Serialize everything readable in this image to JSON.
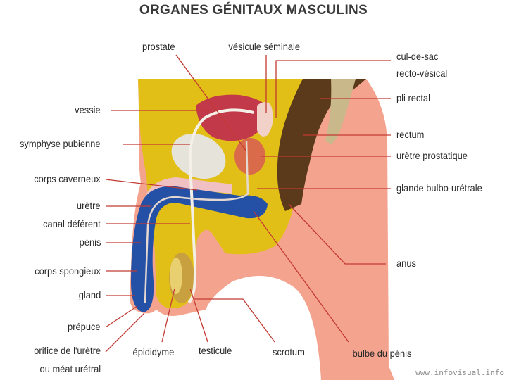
{
  "title": "ORGANES GÉNITAUX MASCULINS",
  "credit": "www.infovisual.info",
  "colors": {
    "skin": "#f4a48e",
    "fat": "#e2bf16",
    "bladder": "#c2394a",
    "spongy": "#2450a6",
    "cavernous": "#f0c0c2",
    "bone": "#e6e3da",
    "rectum": "#5a3a1a",
    "lines": "#c23a33"
  },
  "labels": {
    "prostate": "prostate",
    "vesicule": "vésicule séminale",
    "culdesac_1": "cul-de-sac",
    "culdesac_2": "recto-vésical",
    "pli_rectal": "pli rectal",
    "rectum": "rectum",
    "uretre_prostatique": "urètre prostatique",
    "glande": "glande bulbo-urétrale",
    "anus": "anus",
    "vessie": "vessie",
    "symphyse": "symphyse pubienne",
    "corps_caverneux": "corps caverneux",
    "uretre": "urètre",
    "canal": "canal déférent",
    "penis": "pénis",
    "corps_spongieux": "corps spongieux",
    "gland": "gland",
    "prepuce": "prépuce",
    "orifice_1": "orifice de l'urètre",
    "orifice_2": "ou méat urétral",
    "epididyme": "épididyme",
    "testicule": "testicule",
    "scrotum": "scrotum",
    "bulbe": "bulbe du pénis"
  }
}
